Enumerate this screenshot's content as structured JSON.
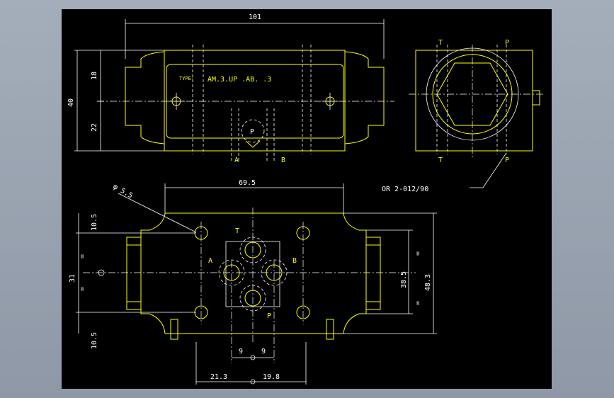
{
  "drawing": {
    "background": "#000000",
    "outline_color": "#ffff00",
    "dimension_color": "#ffffff",
    "type_label": "TYPE:",
    "model_code": "AM.3.UP .AB. .3",
    "seal_note": "OR 2-012/90"
  },
  "dimensions": {
    "overall_length": "101",
    "upper_height_part": "18",
    "lower_height_part": "22",
    "total_height": "40",
    "mounting_hole_diameter": "φ 5.5",
    "hole_spacing_x": "69.5",
    "edge_top": "10.5",
    "edge_bottom": "10.5",
    "body_width": "31",
    "port_span": "38.5",
    "body_depth": "48.3",
    "port_offset_left": "9",
    "port_offset_right": "9",
    "port_to_ref_left": "21.3",
    "port_to_ref_right": "19.8",
    "equal_mark": "="
  },
  "ports": {
    "p": "P",
    "t": "T",
    "a": "A",
    "b": "B"
  }
}
